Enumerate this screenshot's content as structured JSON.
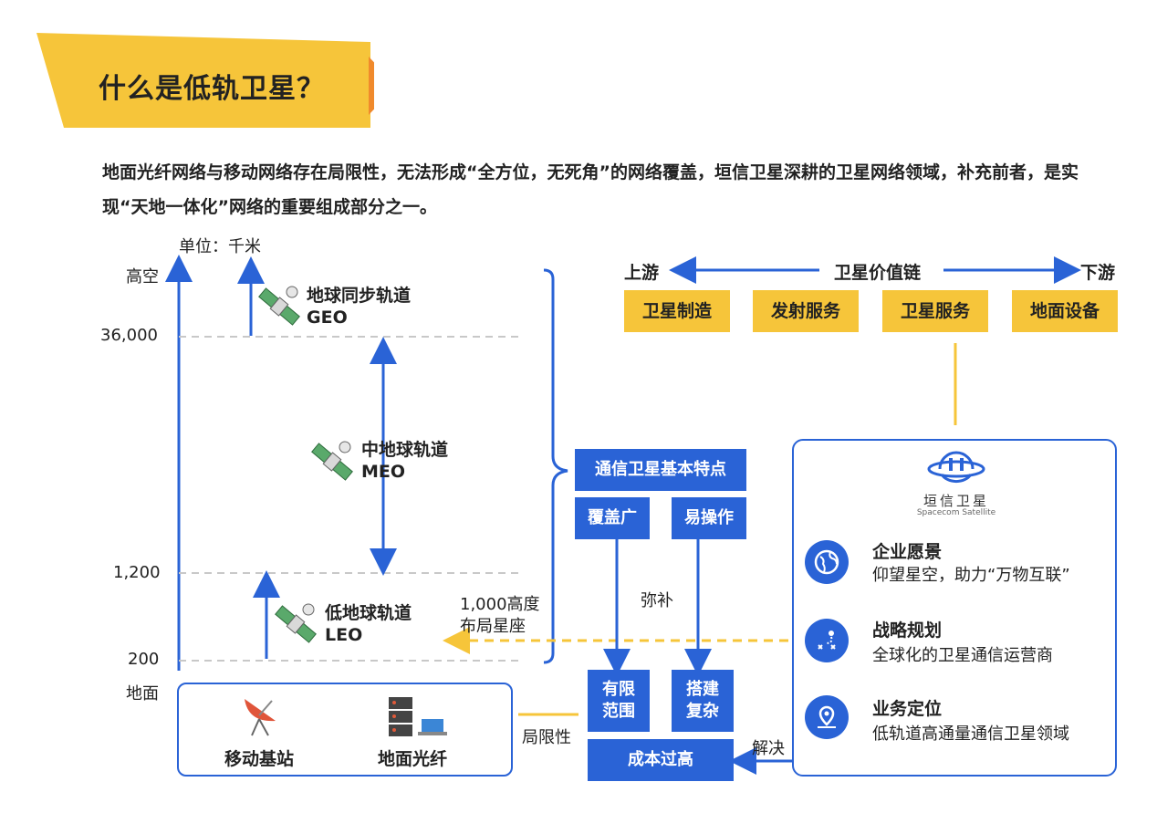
{
  "title": "什么是低轨卫星？",
  "intro": "地面光纤网络与移动网络存在局限性，无法形成“全方位，无死角”的网络覆盖，垣信卫星深耕的卫星网络领域，补充前者，是实现“天地一体化”网络的重要组成部分之一。",
  "altitude": {
    "unit": "单位：千米",
    "high": "高空",
    "ground": "地面",
    "ticks": [
      "36,000",
      "1,200",
      "200"
    ]
  },
  "orbits": {
    "geo": {
      "name": "地球同步轨道",
      "abbr": "GEO"
    },
    "meo": {
      "name": "中地球轨道",
      "abbr": "MEO"
    },
    "leo": {
      "name": "低地球轨道",
      "abbr": "LEO"
    }
  },
  "constellation": {
    "line1": "1,000高度",
    "line2": "布局星座"
  },
  "ground_items": {
    "station": "移动基站",
    "fiber": "地面光纤"
  },
  "value_chain": {
    "upstream": "上游",
    "title": "卫星价值链",
    "downstream": "下游",
    "items": [
      "卫星制造",
      "发射服务",
      "卫星服务",
      "地面设备"
    ]
  },
  "features": {
    "title": "通信卫星基本特点",
    "wide": "覆盖广",
    "easy": "易操作",
    "complement": "弥补",
    "limited": "有限范围",
    "complex": "搭建复杂",
    "cost": "成本过高",
    "limitation": "局限性",
    "solve": "解决"
  },
  "company": {
    "name_cn": "垣信卫星",
    "name_en": "Spacecom Satellite",
    "items": [
      {
        "icon": "globe-icon",
        "title": "企业愿景",
        "desc": "仰望星空，助力“万物互联”"
      },
      {
        "icon": "route-icon",
        "title": "战略规划",
        "desc": "全球化的卫星通信运营商"
      },
      {
        "icon": "location-icon",
        "title": "业务定位",
        "desc": "低轨道高通量通信卫星领域"
      }
    ]
  },
  "colors": {
    "blue": "#2a63d6",
    "yellow": "#f6c53a",
    "orange": "#f08a2c"
  }
}
